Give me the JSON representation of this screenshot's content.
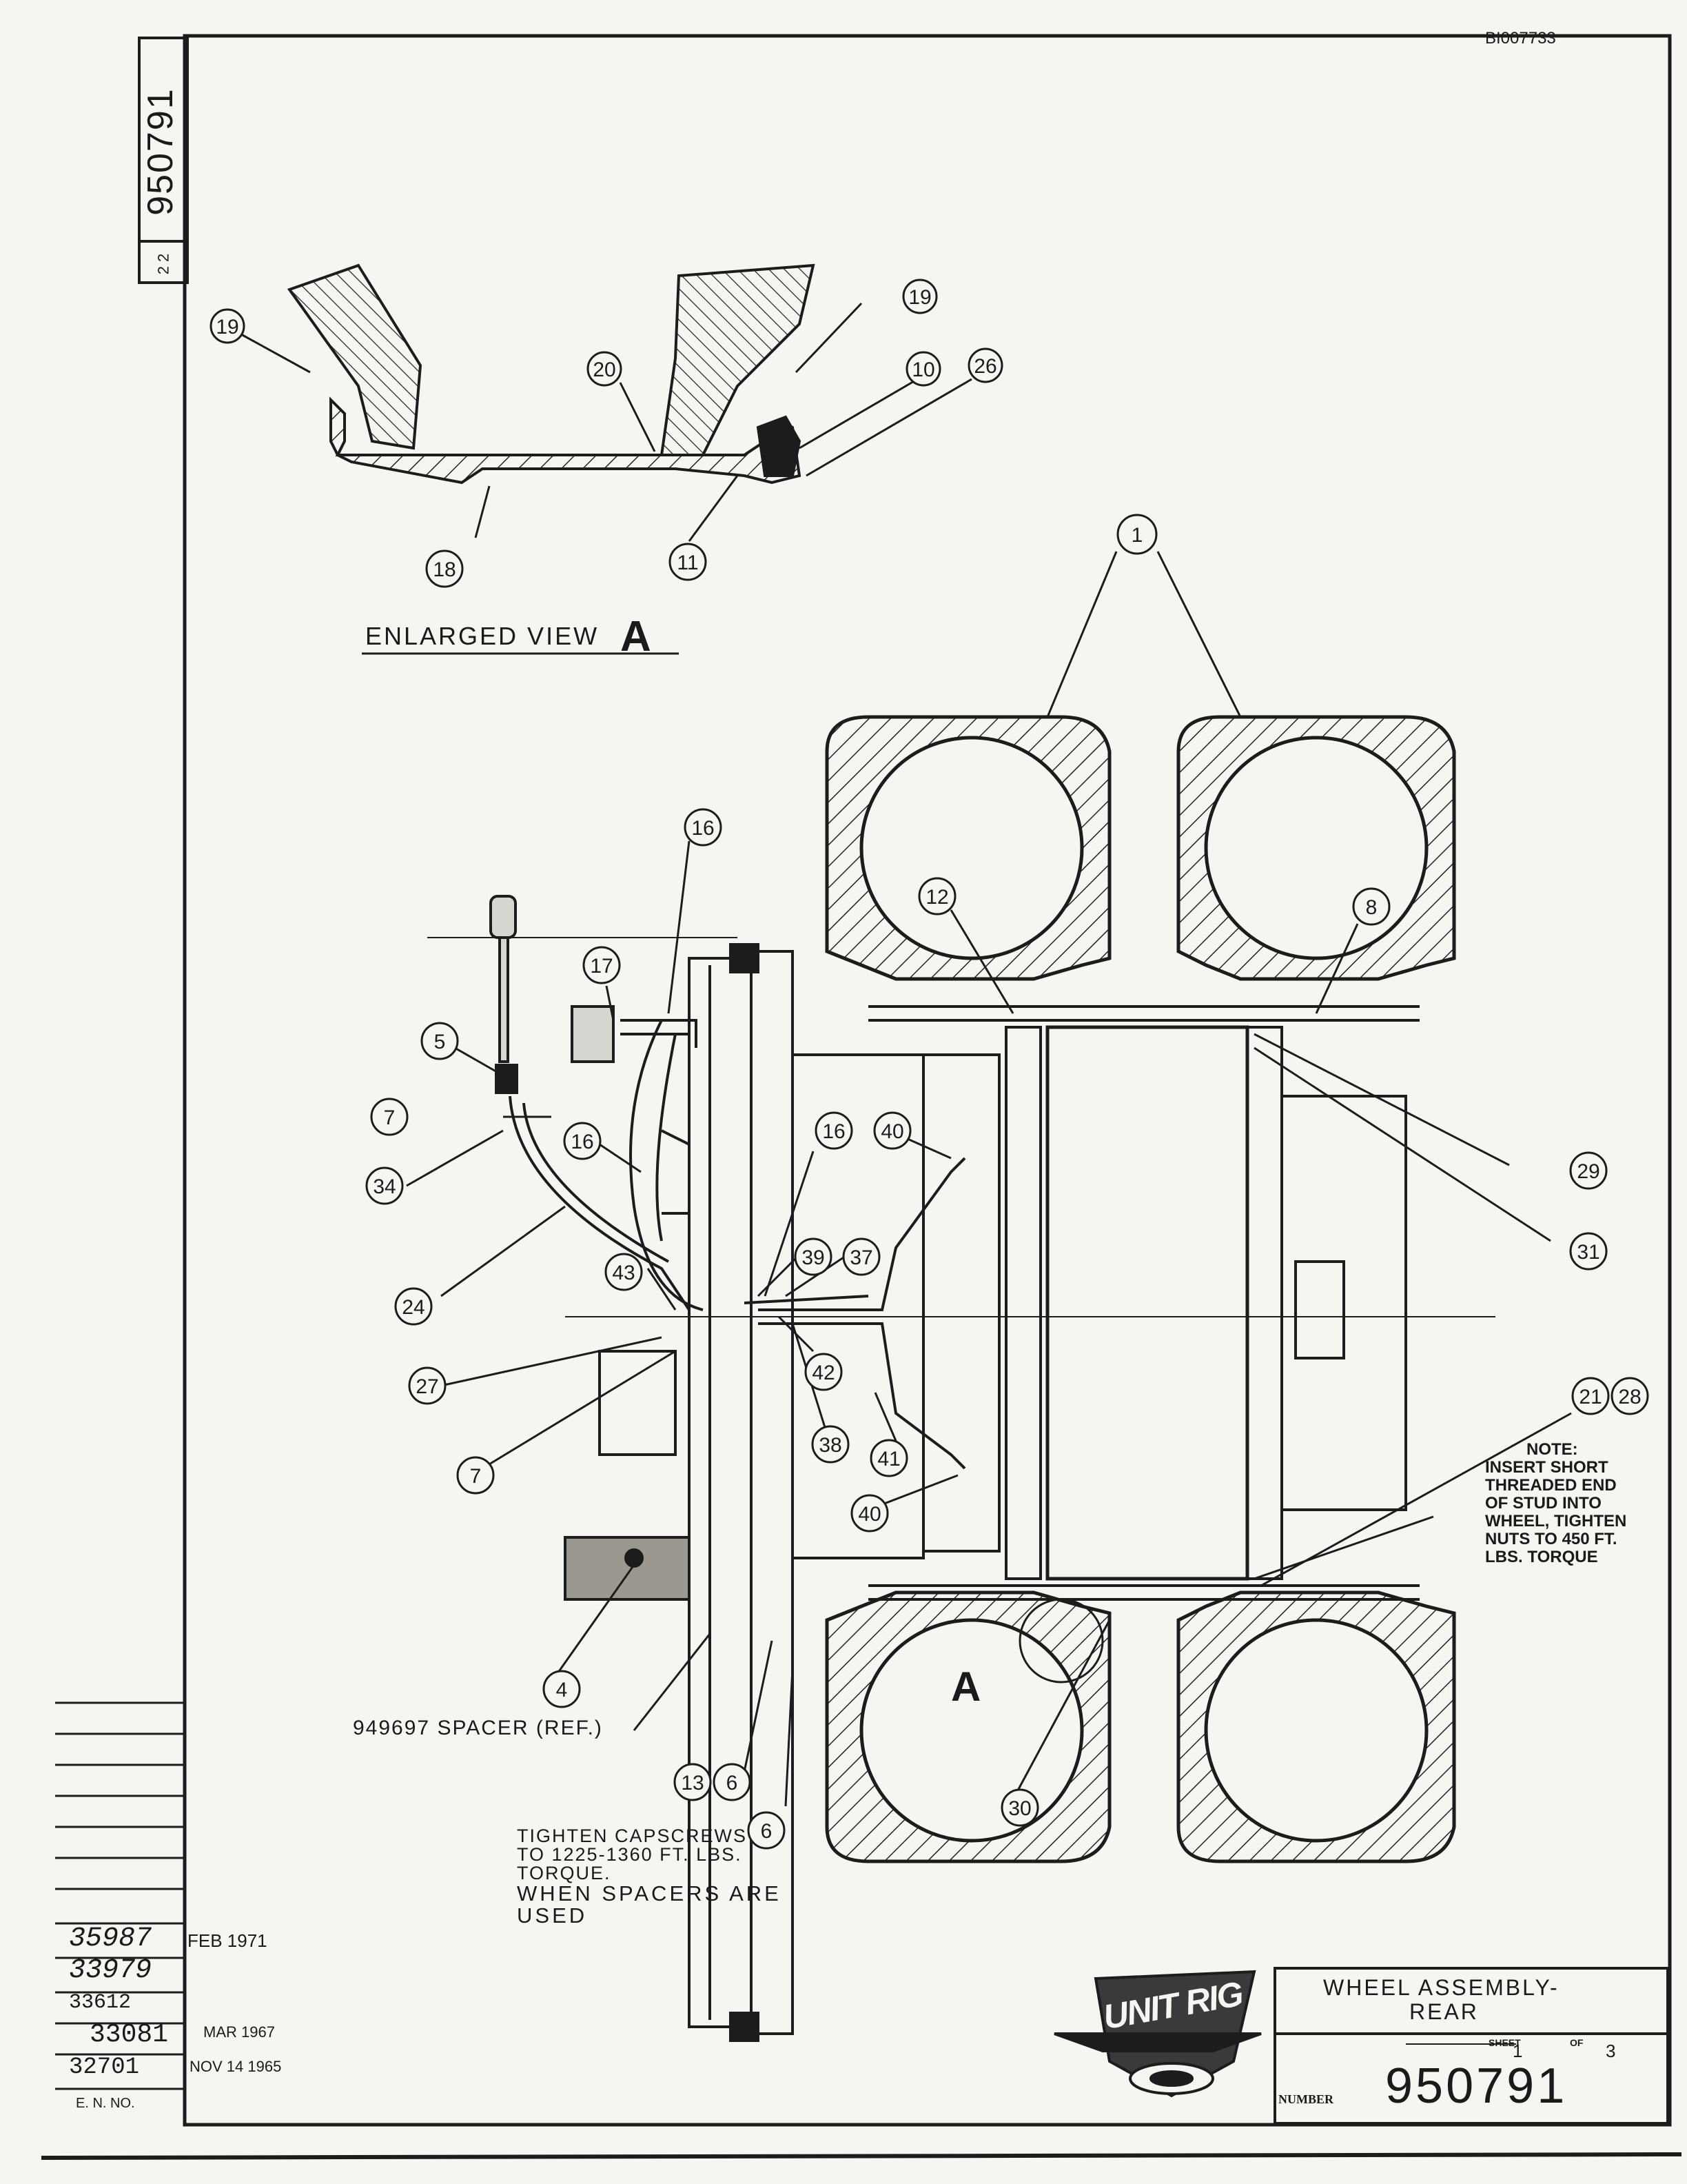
{
  "doc_id": "BI007733",
  "side_number": "950791",
  "side_fraction": "2 2",
  "enlarged_view_label": "ENLARGED VIEW",
  "view_letter": "A",
  "spacer_label": "949697 SPACER (REF.)",
  "tighten_note": [
    "TIGHTEN CAPSCREWS",
    "TO 1225-1360 FT. LBS.",
    "TORQUE.",
    "WHEN SPACERS ARE",
    "USED"
  ],
  "stud_note": [
    "NOTE:",
    "INSERT SHORT",
    "THREADED END",
    "OF STUD INTO",
    "WHEEL, TIGHTEN",
    "NUTS TO 450 FT.",
    "LBS. TORQUE"
  ],
  "callouts": [
    "1",
    "4",
    "5",
    "6",
    "7",
    "8",
    "10",
    "11",
    "12",
    "13",
    "16",
    "17",
    "18",
    "19",
    "20",
    "21",
    "24",
    "26",
    "27",
    "28",
    "29",
    "30",
    "31",
    "34",
    "37",
    "38",
    "39",
    "40",
    "41",
    "42",
    "43"
  ],
  "revisions": [
    {
      "en": "35987",
      "date": "FEB 1971"
    },
    {
      "en": "33979",
      "date": ""
    },
    {
      "en": "33612",
      "date": ""
    },
    {
      "en": "33081",
      "date": "MAR 1967"
    },
    {
      "en": "32701",
      "date": "NOV 14 1965"
    }
  ],
  "en_no_label": "E. N. NO.",
  "logo_text": "UNIT RIG",
  "title_block": {
    "title_line1": "WHEEL ASSEMBLY-",
    "title_line2": "REAR",
    "sheet_label": "SHEET",
    "sheet_num": "1",
    "of_label": "OF",
    "sheet_total": "3",
    "number_label": "NUMBER",
    "number": "950791"
  },
  "colors": {
    "ink": "#1c1c1c",
    "paper": "#f6f5f1"
  }
}
